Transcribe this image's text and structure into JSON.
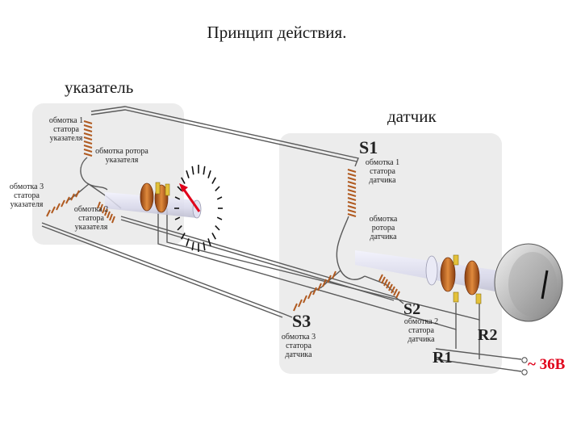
{
  "title": "Принцип действия.",
  "indicator": {
    "heading": "указатель",
    "stator1": "обмотка 1 статора указателя",
    "rotor": "обмотка ротора указателя",
    "stator3": "обмотка 3 статора указателя",
    "stator2": "обмотка 2 статора указателя"
  },
  "sensor": {
    "heading": "датчик",
    "s1": "S1",
    "stator1": "обмотка 1 статора датчика",
    "rotor": "обмотка ротора датчика",
    "s2": "S2",
    "stator2": "обмотка 2 статора датчика",
    "s3": "S3",
    "stator3": "обмотка 3 статора датчика",
    "r1": "R1",
    "r2": "R2"
  },
  "supply": {
    "label": "~ 36В"
  },
  "colors": {
    "arrow": "#e0001a",
    "supply": "#e0001a",
    "coil": "#c8651e",
    "panel": "#ececec"
  }
}
